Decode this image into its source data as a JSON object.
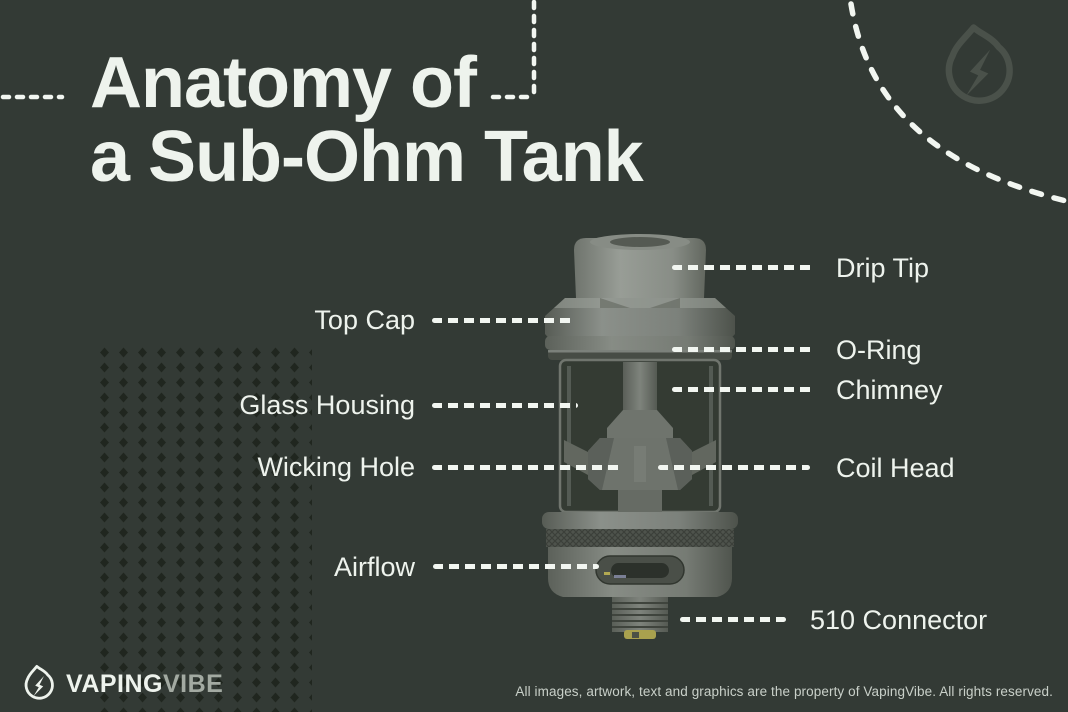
{
  "title": {
    "line1": "Anatomy of",
    "line2": "a Sub-Ohm Tank"
  },
  "callouts": [
    {
      "id": "drip-tip",
      "label": "Drip Tip",
      "side": "right"
    },
    {
      "id": "top-cap",
      "label": "Top Cap",
      "side": "left"
    },
    {
      "id": "o-ring",
      "label": "O-Ring",
      "side": "right"
    },
    {
      "id": "chimney",
      "label": "Chimney",
      "side": "right"
    },
    {
      "id": "glass-housing",
      "label": "Glass Housing",
      "side": "left"
    },
    {
      "id": "wicking-hole",
      "label": "Wicking Hole",
      "side": "left"
    },
    {
      "id": "coil-head",
      "label": "Coil Head",
      "side": "right"
    },
    {
      "id": "airflow",
      "label": "Airflow",
      "side": "left"
    },
    {
      "id": "510-connector",
      "label": "510 Connector",
      "side": "right"
    }
  ],
  "illustration": {
    "name": "sub-ohm-tank-render"
  },
  "brand": {
    "name_primary": "VAPING",
    "name_secondary": "VIBE",
    "logo_icon": "vapingvibe-drop-bolt-icon"
  },
  "footer": {
    "copyright": "All images, artwork, text and graphics are the property of VapingVibe. All rights reserved."
  },
  "decorations": {
    "diamond_pattern": "diamond-dot-grid",
    "dashed_arc": "corner-dashed-arc",
    "watermark": "vapingvibe-watermark-logo"
  },
  "colors": {
    "bg": "#333a35",
    "ink": "#eef3ed",
    "muted": "#c9d0c9",
    "diamond": "#20261f",
    "faint": "#4a514a",
    "line": "#f2f6f1"
  }
}
